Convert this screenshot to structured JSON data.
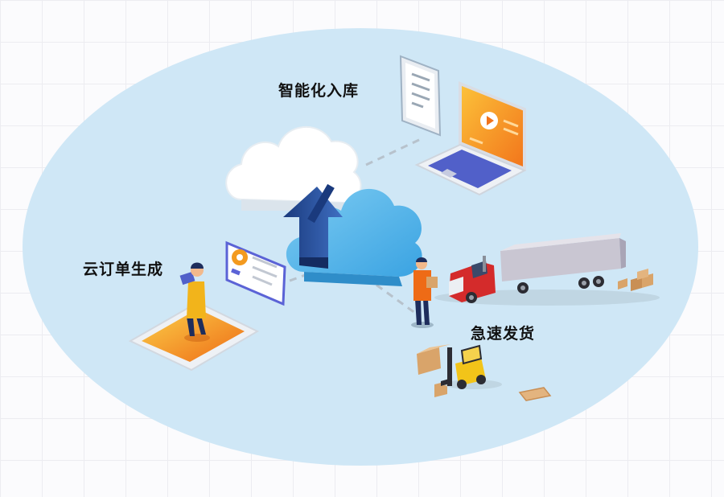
{
  "labels": {
    "inbound": "智能化入库",
    "order": "云订单生成",
    "delivery": "急速发货"
  },
  "icons": {
    "cloud": "cloud-upload-icon",
    "laptop": "laptop-video-icon",
    "document": "document-icon",
    "tablet": "tablet-icon",
    "worker_tablet": "person-tablet-icon",
    "chat": "chat-settings-icon",
    "worker_box": "person-carrying-box-icon",
    "truck": "semi-truck-icon",
    "forklift": "forklift-icon",
    "boxes": "cardboard-box-icon"
  },
  "colors": {
    "ellipse": "#cfe7f6",
    "cloud_blue": "#58b8ea",
    "arrow_dark": "#1f3f86",
    "orange": "#f39a1f",
    "truck_red": "#d42b2b",
    "trailer": "#c9c6d2"
  }
}
